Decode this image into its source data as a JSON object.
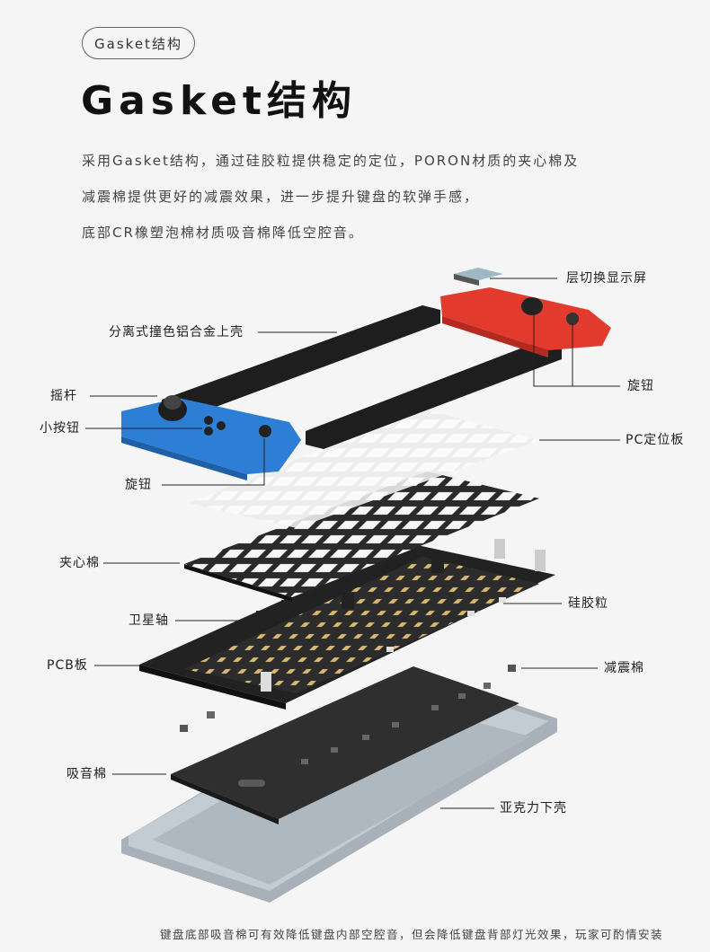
{
  "header": {
    "pill_label": "Gasket结构",
    "title": "Gasket结构",
    "description": [
      "采用Gasket结构，通过硅胶粒提供稳定的定位，PORON材质的夹心棉及",
      "减震棉提供更好的减震效果，进一步提升键盘的软弹手感，",
      "底部CR橡塑泡棉材质吸音棉降低空腔音。"
    ]
  },
  "labels": {
    "layer_screen": "层切换显示屏",
    "top_shell": "分离式撞色铝合金上壳",
    "joystick": "摇杆",
    "small_buttons": "小按钮",
    "knob_right": "旋钮",
    "pc_plate": "PC定位板",
    "knob_left": "旋钮",
    "foam_sandwich": "夹心棉",
    "silicone_pellets": "硅胶粒",
    "satellite_stab": "卫星轴",
    "pcb": "PCB板",
    "damping_foam": "减震棉",
    "sound_foam": "吸音棉",
    "acrylic_shell": "亚克力下壳"
  },
  "footer": "键盘底部吸音棉可有效降低键盘内部空腔音，但会降低键盘背部灯光效果，玩家可酌情安装",
  "colors": {
    "background": "#f5f5f5",
    "blue_module": "#2d7fd6",
    "red_module": "#e23a2c",
    "dark_shell": "#1e1e1e",
    "acrylic": "#a9b3bd"
  }
}
